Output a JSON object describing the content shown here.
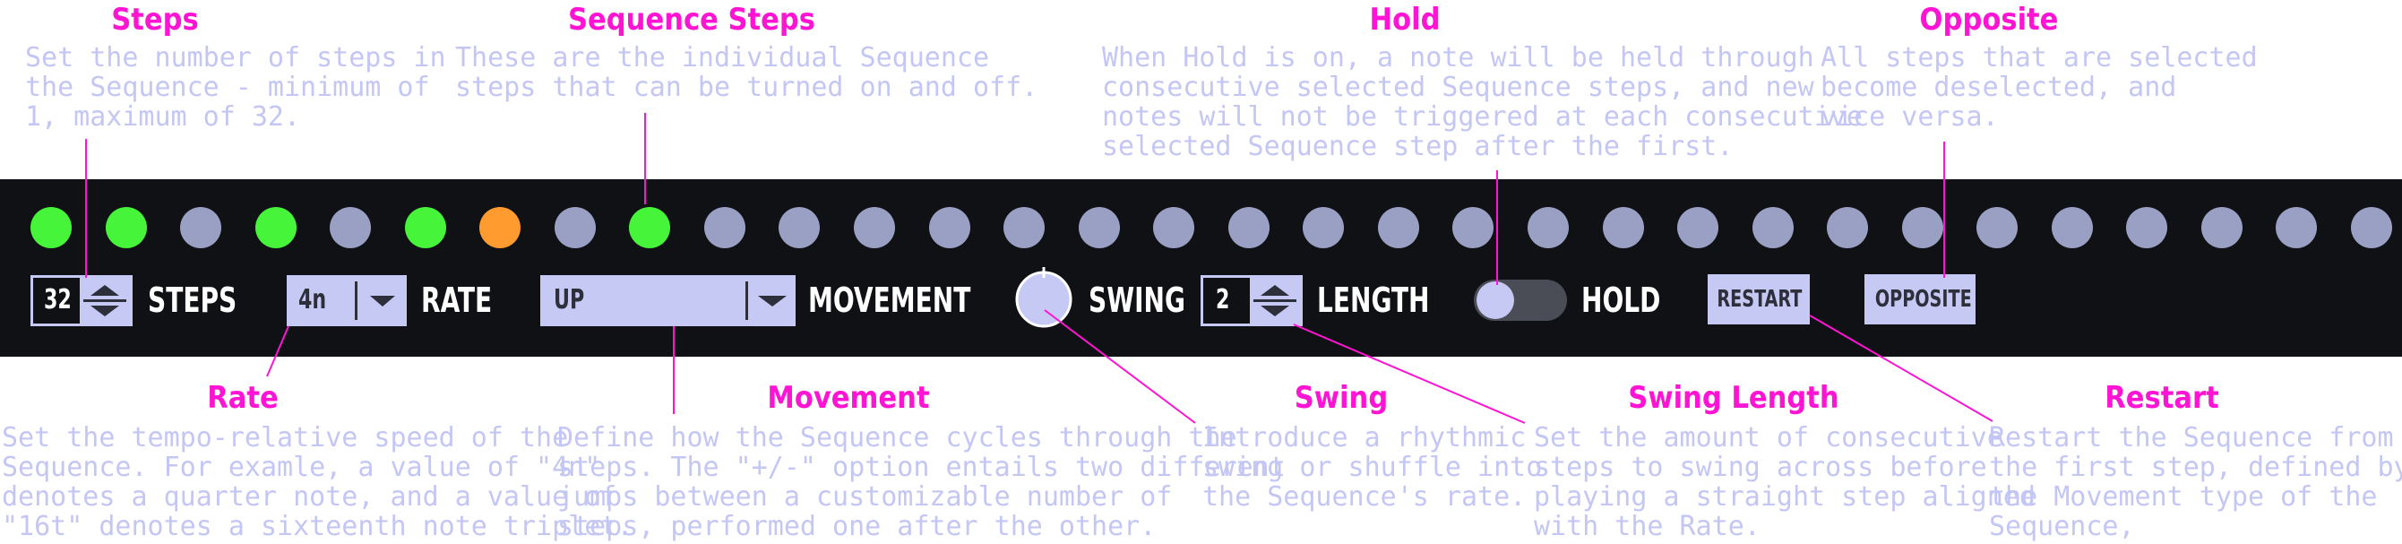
{
  "callouts": {
    "steps": {
      "title": "Steps",
      "desc": "Set the number of steps in\nthe Sequence - minimum of\n1, maximum of 32."
    },
    "sequence_steps": {
      "title": "Sequence Steps",
      "desc": "These are the individual Sequence\nsteps that can be turned on and off."
    },
    "hold": {
      "title": "Hold",
      "desc": "When Hold is on, a note will be held through\nconsecutive selected Sequence steps, and new\nnotes will not be triggered at each consecutive\nselected Sequence step after the first."
    },
    "opposite": {
      "title": "Opposite",
      "desc": "All steps that are selected\nbecome deselected, and\nvice versa."
    },
    "rate": {
      "title": "Rate",
      "desc": "Set the tempo-relative speed of the\nSequence. For examle, a value of \"4n\"\ndenotes a quarter note, and a value of\n\"16t\" denotes a sixteenth note triplet."
    },
    "movement": {
      "title": "Movement",
      "desc": "Define how the Sequence cycles through the\nsteps. The \"+/-\" option entails two different\njumps between a customizable number of\nsteps, performed one after the other."
    },
    "swing": {
      "title": "Swing",
      "desc": "Introduce a rhythmic\nswing or shuffle into\nthe Sequence's rate."
    },
    "swing_length": {
      "title": "Swing Length",
      "desc": "Set the amount of consecutive\nsteps to swing across before\nplaying a straight step aligned\nwith the Rate."
    },
    "restart": {
      "title": "Restart",
      "desc": "Restart the Sequence from\nthe first step, defined by\nthe Movement type of the\nSequence,"
    }
  },
  "sequencer": {
    "step_states": [
      "on",
      "on",
      "off",
      "on",
      "off",
      "on",
      "current",
      "off",
      "on",
      "off",
      "off",
      "off",
      "off",
      "off",
      "off",
      "off",
      "off",
      "off",
      "off",
      "off",
      "off",
      "off",
      "off",
      "off",
      "off",
      "off",
      "off",
      "off",
      "off",
      "off",
      "off",
      "off"
    ],
    "state_colors": {
      "on": "#46f43a",
      "off": "#9aa0c4",
      "current": "#ff9b2f"
    }
  },
  "controls": {
    "steps": {
      "value": "32",
      "label": "STEPS"
    },
    "rate": {
      "value": "4n",
      "label": "RATE"
    },
    "movement": {
      "value": "UP",
      "label": "MOVEMENT"
    },
    "swing": {
      "label": "SWING"
    },
    "length": {
      "value": "2",
      "label": "LENGTH"
    },
    "hold": {
      "label": "HOLD",
      "on": false
    },
    "restart_label": "RESTART",
    "opposite_label": "OPPOSITE"
  },
  "colors": {
    "accent_title": "#ff14d4",
    "description": "#c4c6f4",
    "panel": "#101114",
    "control_fill": "#c6c9f4"
  }
}
